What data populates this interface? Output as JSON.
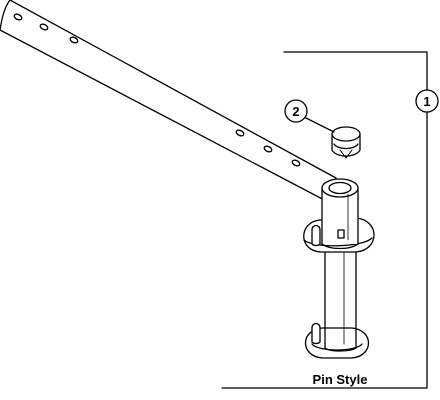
{
  "caption": "Pin Style",
  "callouts": [
    {
      "number": "1",
      "part": "tube-assembly"
    },
    {
      "number": "2",
      "part": "end-cap"
    }
  ]
}
